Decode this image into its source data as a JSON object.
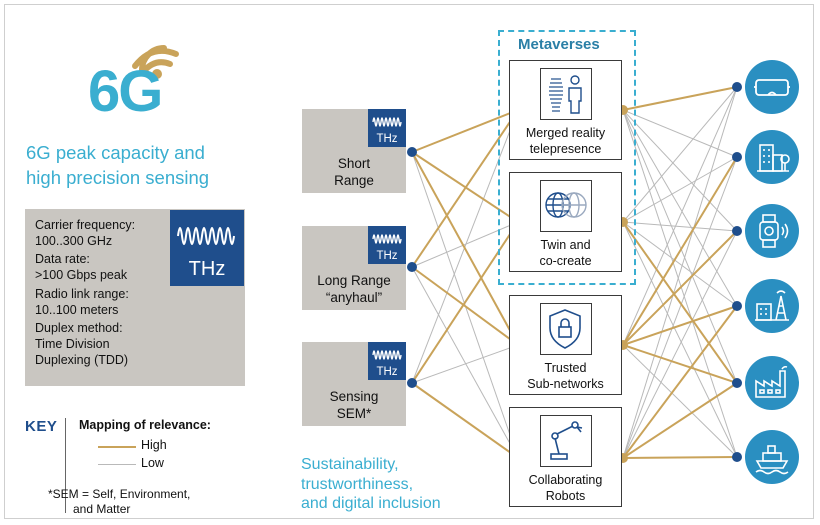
{
  "logo": {
    "text": "6G"
  },
  "headline": [
    "6G peak capacity and",
    "high precision sensing"
  ],
  "specs": {
    "lines": [
      "Carrier frequency:",
      "100..300 GHz",
      "Data rate:",
      ">100 Gbps peak",
      "Radio link range:",
      "10..100 meters",
      "Duplex method:",
      "Time Division",
      "Duplexing (TDD)"
    ],
    "thz_label": "THz"
  },
  "key": {
    "heading": "KEY",
    "title": "Mapping of relevance:",
    "high_label": "High",
    "low_label": "Low",
    "sem_note": [
      "*SEM = Self, Environment,",
      "and Matter"
    ]
  },
  "ranges": [
    {
      "thz": "THz",
      "label": [
        "Short",
        "Range"
      ]
    },
    {
      "thz": "THz",
      "label": [
        "Long Range",
        "“anyhaul”"
      ]
    },
    {
      "thz": "THz",
      "label": [
        "Sensing",
        "SEM*"
      ]
    }
  ],
  "metaverses_title": "Metaverses",
  "use_cases": [
    {
      "icon": "person-hologram-icon",
      "label": [
        "Merged reality",
        "telepresence"
      ]
    },
    {
      "icon": "twin-globes-icon",
      "label": [
        "Twin and",
        "co-create"
      ]
    },
    {
      "icon": "shield-lock-icon",
      "label": [
        "Trusted",
        "Sub-networks"
      ]
    },
    {
      "icon": "robot-arm-icon",
      "label": [
        "Collaborating",
        "Robots"
      ]
    }
  ],
  "applications": [
    {
      "icon": "vr-headset-icon"
    },
    {
      "icon": "smart-city-icon"
    },
    {
      "icon": "smartwatch-icon"
    },
    {
      "icon": "cell-tower-icon"
    },
    {
      "icon": "factory-icon"
    },
    {
      "icon": "ship-icon"
    }
  ],
  "footer": [
    "Sustainability,",
    "trustworthiness,",
    "and digital inclusion"
  ],
  "colors": {
    "high": "#c9a35a",
    "low": "#b9b9b9",
    "navy": "#1f4e8c",
    "cyan": "#3aaed0",
    "node": "#1f4e8c",
    "app": "#2a8fc1"
  },
  "links": {
    "range_to_use_high": [
      [
        0,
        0
      ],
      [
        0,
        1
      ],
      [
        0,
        2
      ],
      [
        1,
        0
      ],
      [
        1,
        2
      ],
      [
        2,
        1
      ],
      [
        2,
        3
      ]
    ],
    "use_to_app_high": [
      [
        0,
        0
      ],
      [
        1,
        4
      ],
      [
        2,
        1
      ],
      [
        2,
        2
      ],
      [
        2,
        3
      ],
      [
        2,
        4
      ],
      [
        3,
        3
      ],
      [
        3,
        4
      ],
      [
        3,
        5
      ]
    ]
  }
}
